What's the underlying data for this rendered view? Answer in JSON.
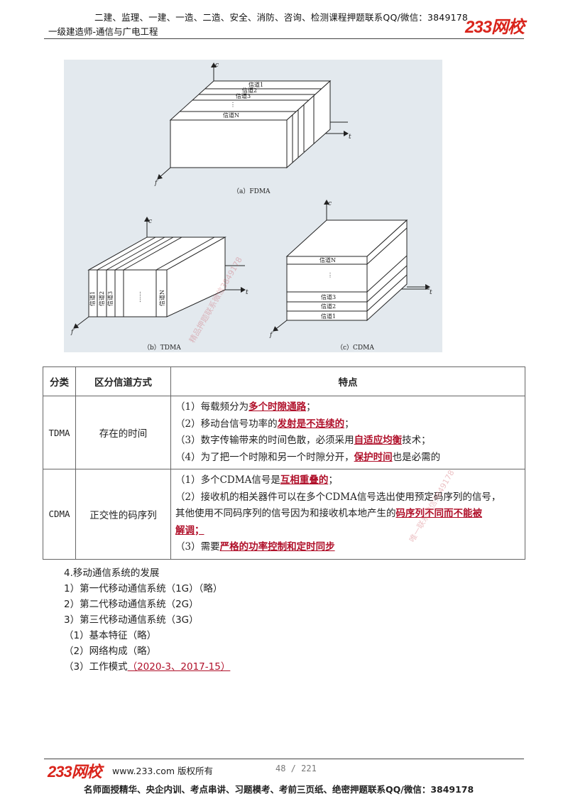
{
  "header": {
    "line1": "二建、监理、一建、一造、二造、安全、消防、咨询、检测课程押题联系QQ/微信：3849178",
    "line2": "一级建造师-通信与广电工程",
    "logo": "233网校"
  },
  "figure": {
    "fdma": {
      "caption": "（a）FDMA",
      "axis_c": "c",
      "axis_t": "t",
      "axis_f": "f",
      "channels": [
        "信道1",
        "信道2",
        "信道3",
        "⋮",
        "信道N"
      ]
    },
    "tdma": {
      "caption": "（b）TDMA",
      "axis_c": "c",
      "axis_t": "t",
      "axis_f": "f",
      "channels": [
        "信道1",
        "信道2",
        "信道3",
        "……",
        "信道N"
      ]
    },
    "cdma": {
      "caption": "（c）CDMA",
      "axis_c": "c",
      "axis_t": "t",
      "axis_f": "f",
      "channels": [
        "信道N",
        "⋮",
        "信道3",
        "信道2",
        "信道1"
      ]
    },
    "watermark": "精品押题联系微信3849178"
  },
  "table": {
    "headers": [
      "分类",
      "区分信道方式",
      "特点"
    ],
    "rows": [
      {
        "category": "TDMA",
        "method": "存在的时间",
        "features": [
          {
            "pre": "（1）每载频分为",
            "hl": "多个时隙通路",
            "post": "；"
          },
          {
            "pre": "（2）移动台信号功率的",
            "hl": "发射是不连续的",
            "post": "；"
          },
          {
            "pre": "（3）数字传输带来的时间色散，必须采用",
            "hl": "自适应均衡",
            "post": "技术；"
          },
          {
            "pre": "（4）为了把一个时隙和另一个时隙分开，",
            "hl": "保护时间",
            "post": "也是必需的"
          }
        ]
      },
      {
        "category": "CDMA",
        "method": "正交性的码序列",
        "features": [
          {
            "pre": "（1）多个CDMA信号是",
            "hl": "互相重叠的",
            "post": "；"
          },
          {
            "pre": "（2）接收机的相关器件可以在多个CDMA信号选出使用预定码序列的信号，",
            "hl": "",
            "post": ""
          },
          {
            "pre": "其他使用不同码序列的信号因为和接收机本地产生的",
            "hl": "码序列不同而不能被",
            "post": ""
          },
          {
            "pre": "",
            "hl": "解调",
            "post": "；"
          },
          {
            "pre": "（3）需要",
            "hl": "严格的功率控制和定时同步",
            "post": ""
          }
        ]
      }
    ],
    "watermark": "唯一联系微信3849178"
  },
  "section": {
    "title": "4.移动通信系统的发展",
    "items": [
      "1）第一代移动通信系统（1G）（略）",
      "2）第二代移动通信系统（2G）",
      "3）第三代移动通信系统（3G）",
      "（1）基本特征（略）",
      "（2）网络构成（略）"
    ],
    "mode_label": "（3）工作模式",
    "mode_value": "（2020-3、2017-15）"
  },
  "footer": {
    "logo": "233网校",
    "site": "www.233.com 版权所有",
    "page": "48 / 221",
    "contact": "名师面授精华、央企内训、考点串讲、习题模考、考前三页纸、绝密押题联系QQ/微信：3849178"
  }
}
